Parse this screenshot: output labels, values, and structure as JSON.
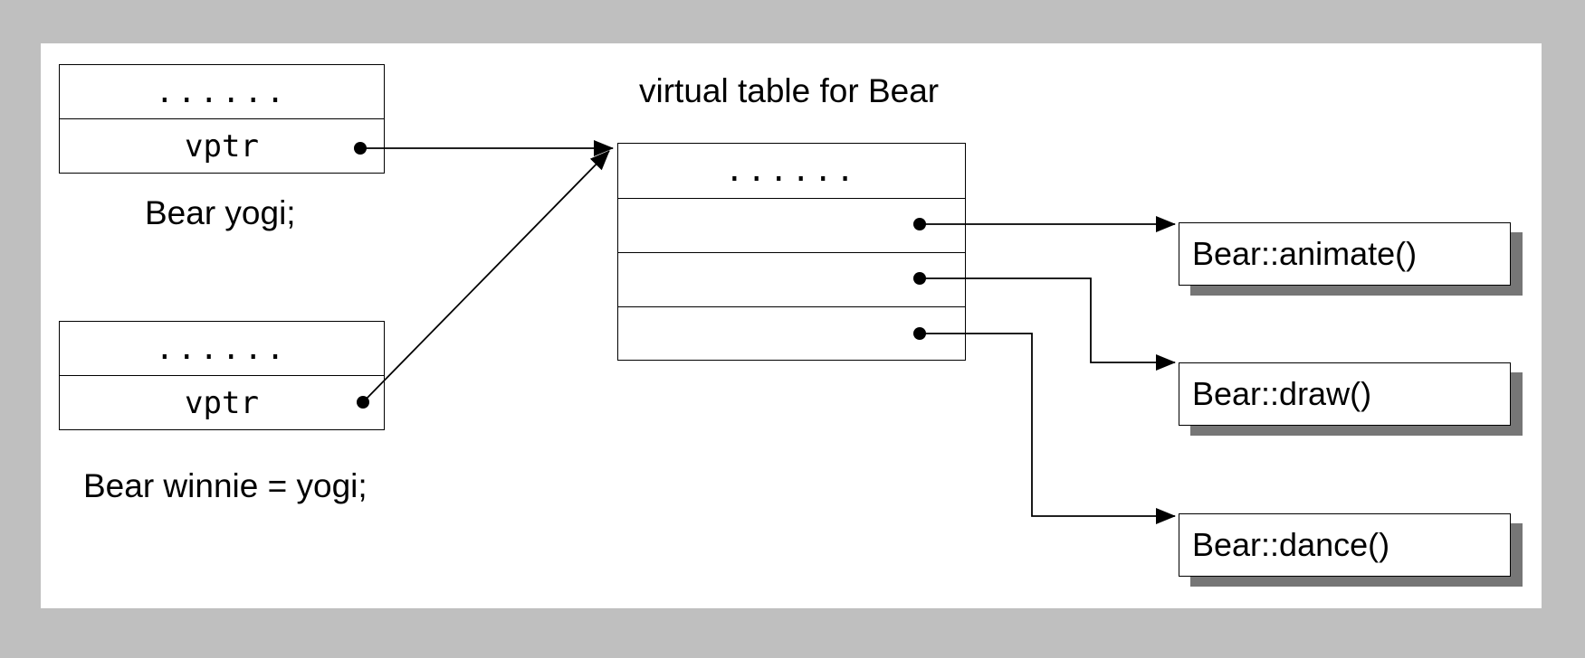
{
  "objects": [
    {
      "cells": [
        "......",
        "vptr"
      ],
      "caption": "Bear yogi;"
    },
    {
      "cells": [
        "......",
        "vptr"
      ],
      "caption": "Bear winnie = yogi;"
    }
  ],
  "vtable": {
    "title": "virtual table for Bear",
    "rows": [
      "......",
      "",
      "",
      ""
    ]
  },
  "functions": [
    "Bear::animate()",
    "Bear::draw()",
    "Bear::dance()"
  ]
}
